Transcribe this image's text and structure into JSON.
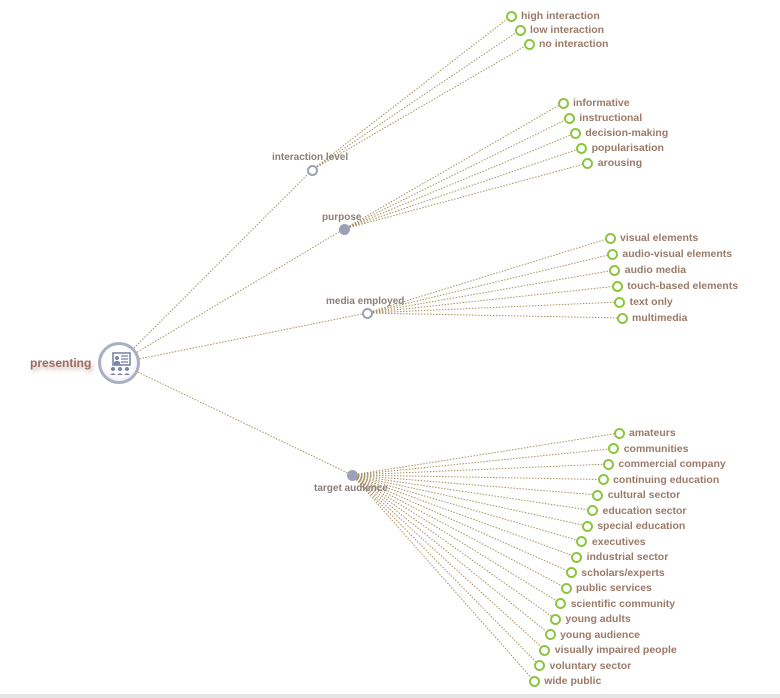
{
  "root": {
    "label": "presenting",
    "icon": "presentation-board-icon"
  },
  "colors": {
    "leaf_ring": "#8cc63f",
    "branch_node": "#9ba2b8",
    "edge": "#a89060",
    "leaf_text": "#9b7a68"
  },
  "branches": [
    {
      "label": "interaction level",
      "style": "hollow",
      "children": [
        "high interaction",
        "low interaction",
        "no interaction"
      ]
    },
    {
      "label": "purpose",
      "style": "filled",
      "children": [
        "informative",
        "instructional",
        "decision-making",
        "popularisation",
        "arousing"
      ]
    },
    {
      "label": "media employed",
      "style": "hollow",
      "children": [
        "visual elements",
        "audio-visual elements",
        "audio media",
        "touch-based elements",
        "text only",
        "multimedia"
      ]
    },
    {
      "label": "target audience",
      "style": "filled",
      "children": [
        "amateurs",
        "communities",
        "commercial company",
        "continuing education",
        "cultural sector",
        "education sector",
        "special education",
        "executives",
        "industrial sector",
        "scholars/experts",
        "public services",
        "scientific community",
        "young adults",
        "young audience",
        "visually impaired people",
        "voluntary sector",
        "wide public"
      ]
    }
  ]
}
